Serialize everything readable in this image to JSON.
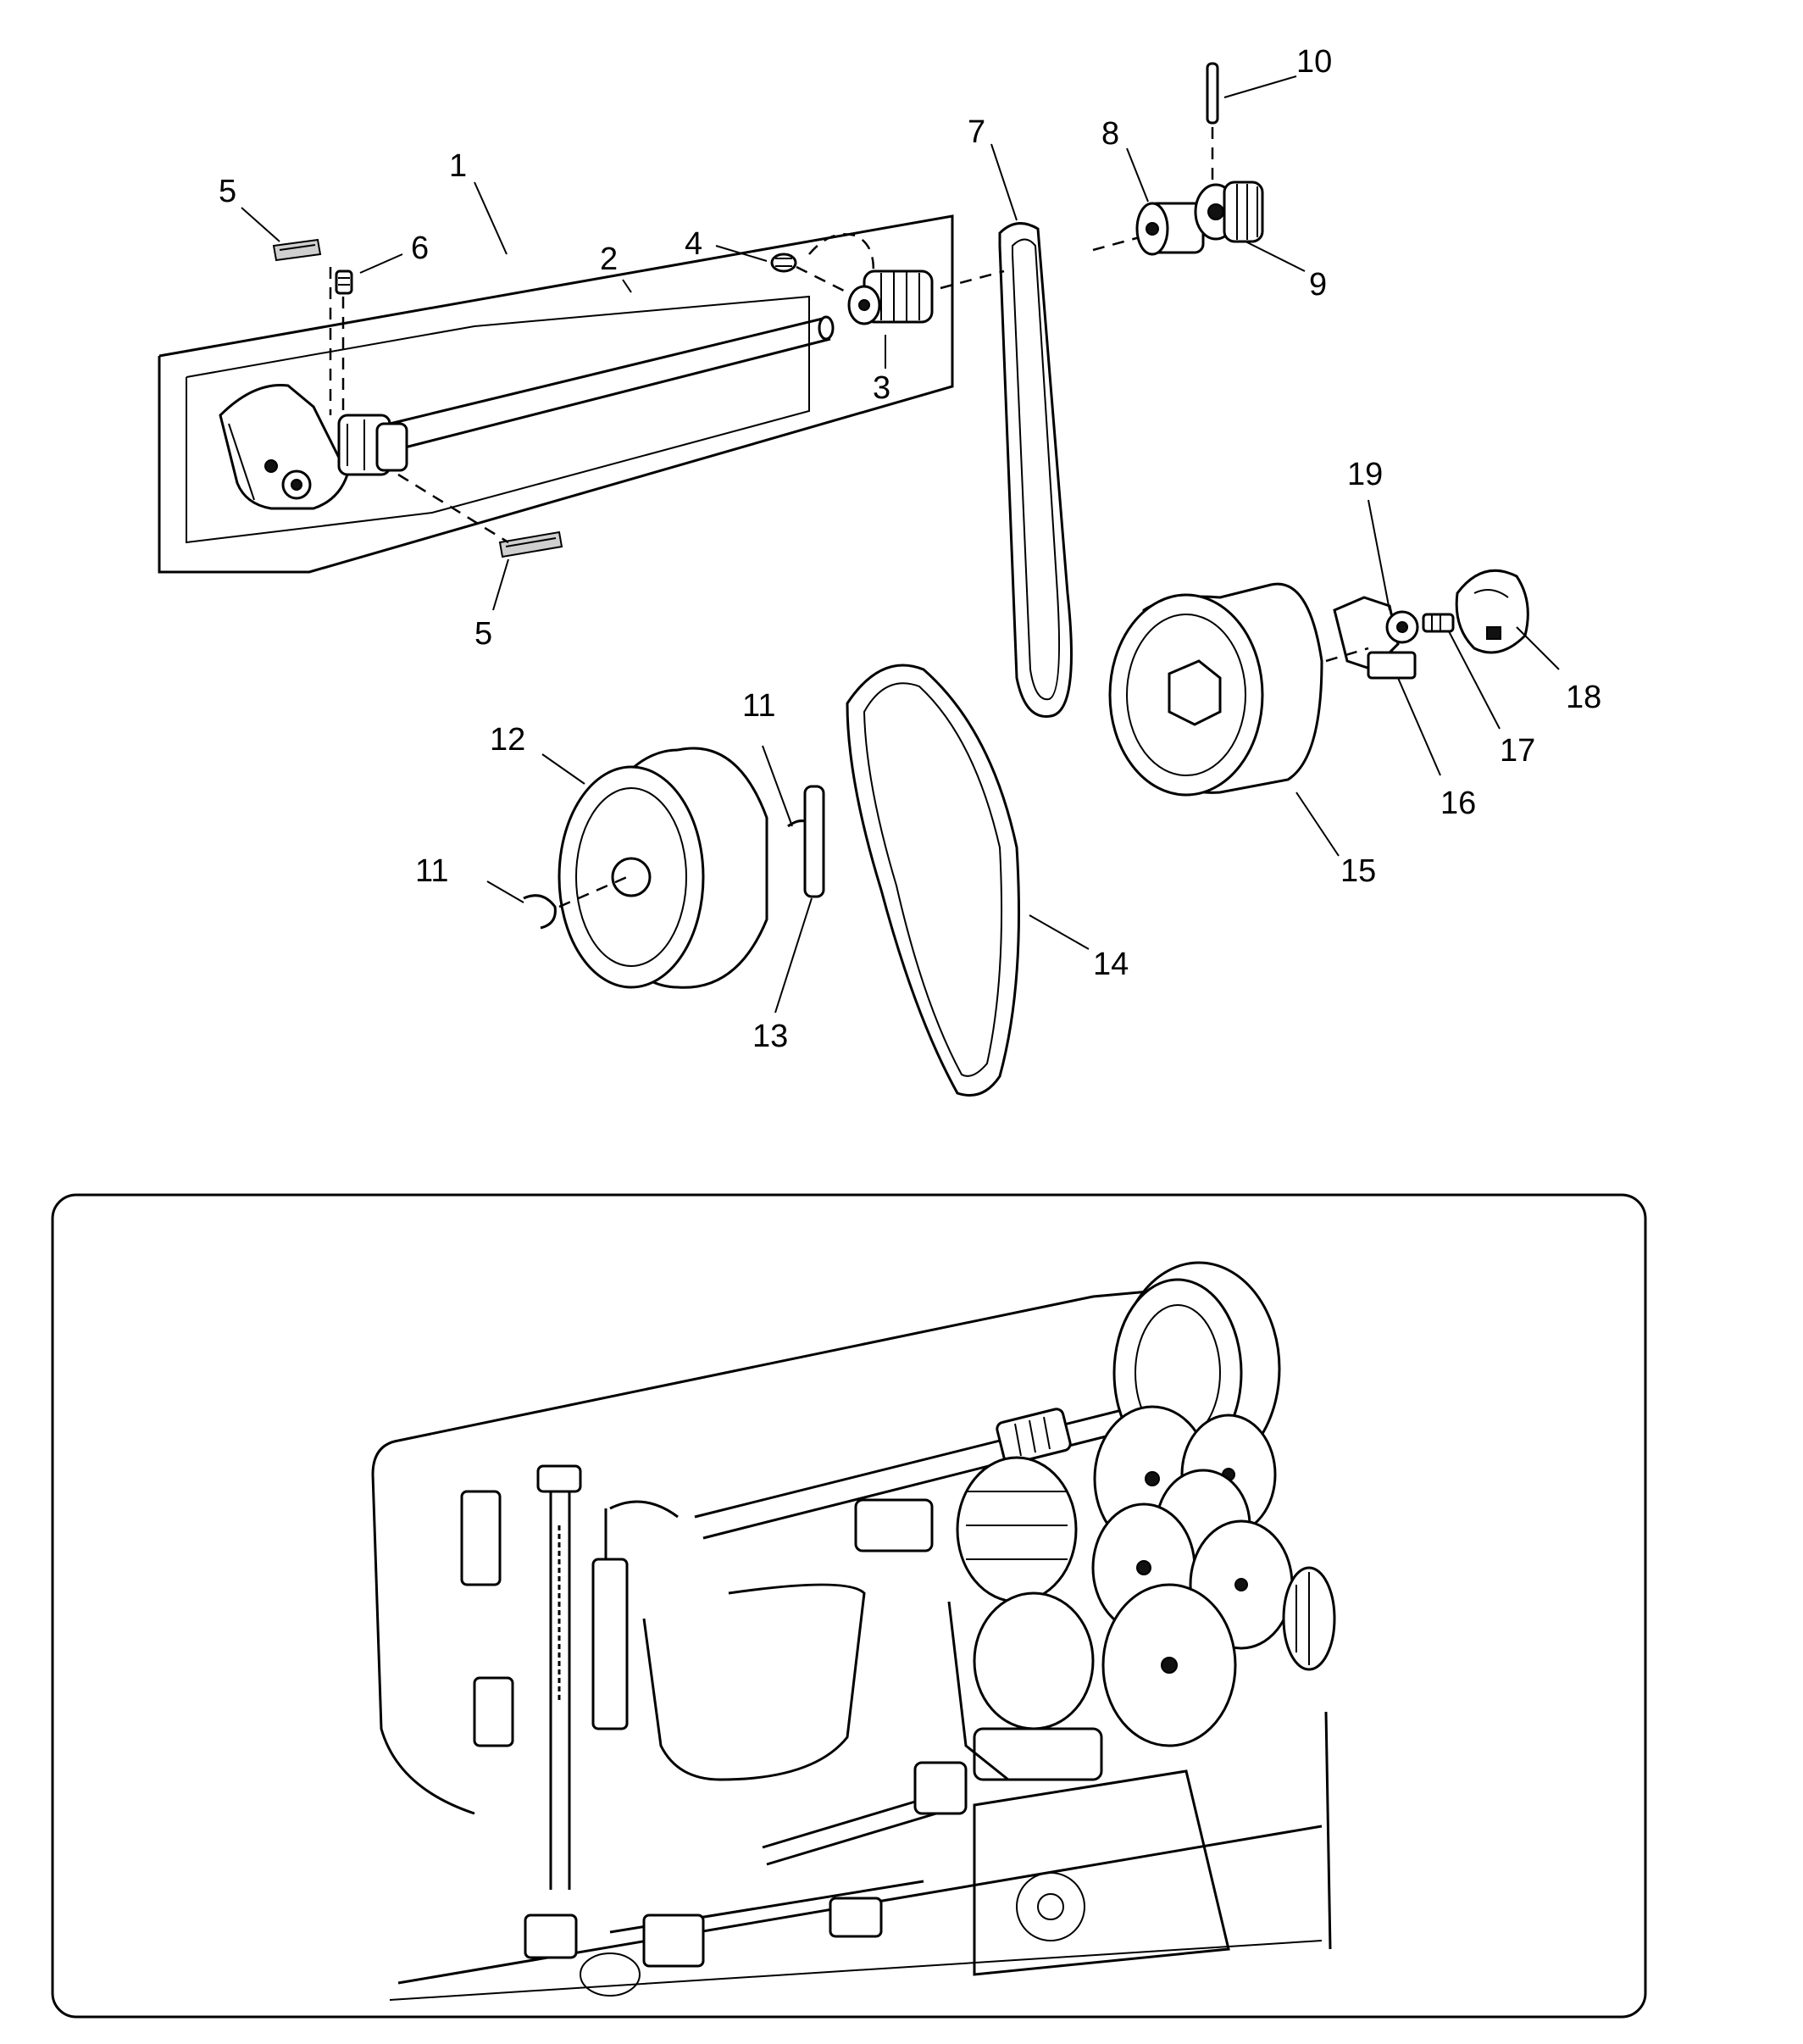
{
  "callouts": [
    {
      "id": "c1",
      "text": "1"
    },
    {
      "id": "c2",
      "text": "2"
    },
    {
      "id": "c3",
      "text": "3"
    },
    {
      "id": "c4",
      "text": "4"
    },
    {
      "id": "c5a",
      "text": "5"
    },
    {
      "id": "c5b",
      "text": "5"
    },
    {
      "id": "c6",
      "text": "6"
    },
    {
      "id": "c7",
      "text": "7"
    },
    {
      "id": "c8",
      "text": "8"
    },
    {
      "id": "c9",
      "text": "9"
    },
    {
      "id": "c10",
      "text": "10"
    },
    {
      "id": "c11a",
      "text": "11"
    },
    {
      "id": "c11b",
      "text": "11"
    },
    {
      "id": "c12",
      "text": "12"
    },
    {
      "id": "c13",
      "text": "13"
    },
    {
      "id": "c14",
      "text": "14"
    },
    {
      "id": "c15",
      "text": "15"
    },
    {
      "id": "c16",
      "text": "16"
    },
    {
      "id": "c17",
      "text": "17"
    },
    {
      "id": "c18",
      "text": "18"
    },
    {
      "id": "c19",
      "text": "19"
    }
  ]
}
